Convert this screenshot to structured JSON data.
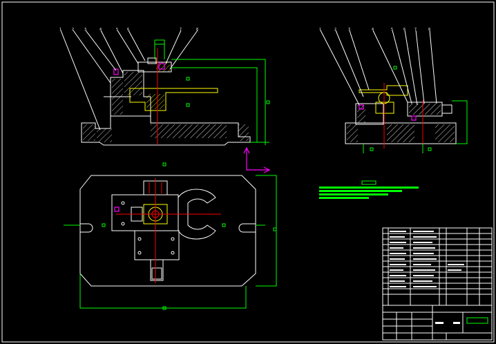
{
  "colors": {
    "background": "#000000",
    "outline": "#ffffff",
    "dimension": "#00ff00",
    "part": "#ffff00",
    "centerline": "#ff0000",
    "ucs": "#ff00ff"
  },
  "views": [
    "front-section-view",
    "side-section-view",
    "top-view"
  ],
  "icons": [
    "ucs-axis-icon"
  ]
}
